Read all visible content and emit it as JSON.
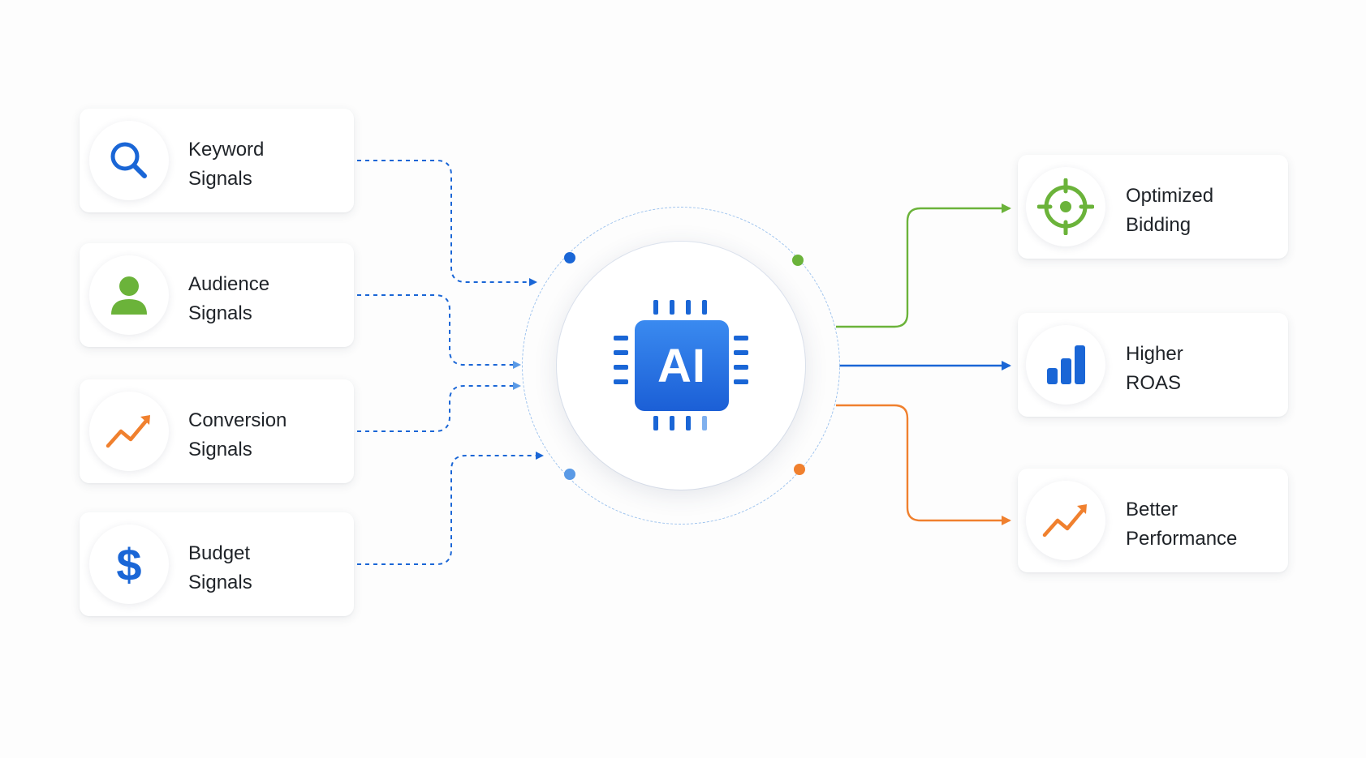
{
  "inputs": [
    {
      "line1": "Keyword",
      "line2": "Signals",
      "icon": "search-icon"
    },
    {
      "line1": "Audience",
      "line2": "Signals",
      "icon": "person-icon"
    },
    {
      "line1": "Conversion",
      "line2": "Signals",
      "icon": "trend-up-icon"
    },
    {
      "line1": "Budget",
      "line2": "Signals",
      "icon": "dollar-icon"
    }
  ],
  "hub": {
    "label": "AI",
    "icon": "ai-chip-icon"
  },
  "outputs": [
    {
      "line1": "Optimized",
      "line2": "Bidding",
      "icon": "target-icon",
      "color": "#6bb33a"
    },
    {
      "line1": "Higher",
      "line2": "ROAS",
      "icon": "bar-chart-icon",
      "color": "#1a66d6"
    },
    {
      "line1": "Better",
      "line2": "Performance",
      "icon": "trend-up-icon",
      "color": "#f0802e"
    }
  ],
  "colors": {
    "blue": "#1a66d6",
    "light_blue": "#5a9ae6",
    "green": "#6bb33a",
    "orange": "#f0802e"
  }
}
